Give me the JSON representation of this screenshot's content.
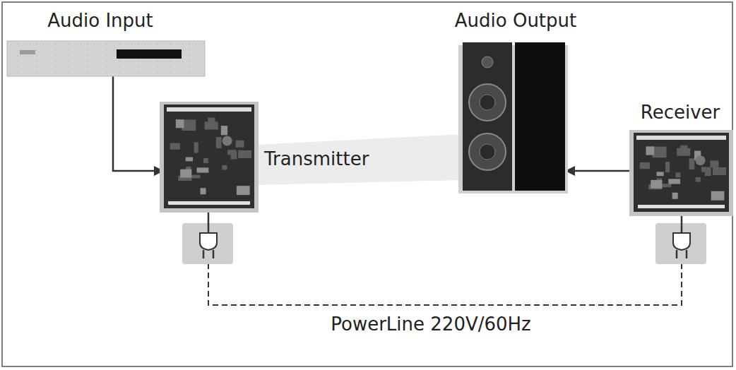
{
  "diagram": {
    "nodes": [
      {
        "text": [
          "Audio Input"
        ]
      },
      {
        "text": [
          "Transmitter"
        ]
      },
      {
        "text": [
          "Audio Output"
        ]
      },
      {
        "text": [
          "Receiver"
        ]
      }
    ],
    "edges": [
      {
        "from": 0,
        "to": 1,
        "arrow": "to"
      },
      {
        "from": 3,
        "to": 2,
        "arrow": "to"
      },
      {
        "from": 1,
        "to": 3,
        "arrow": "none",
        "label": "PowerLine 220V/60Hz"
      }
    ]
  }
}
